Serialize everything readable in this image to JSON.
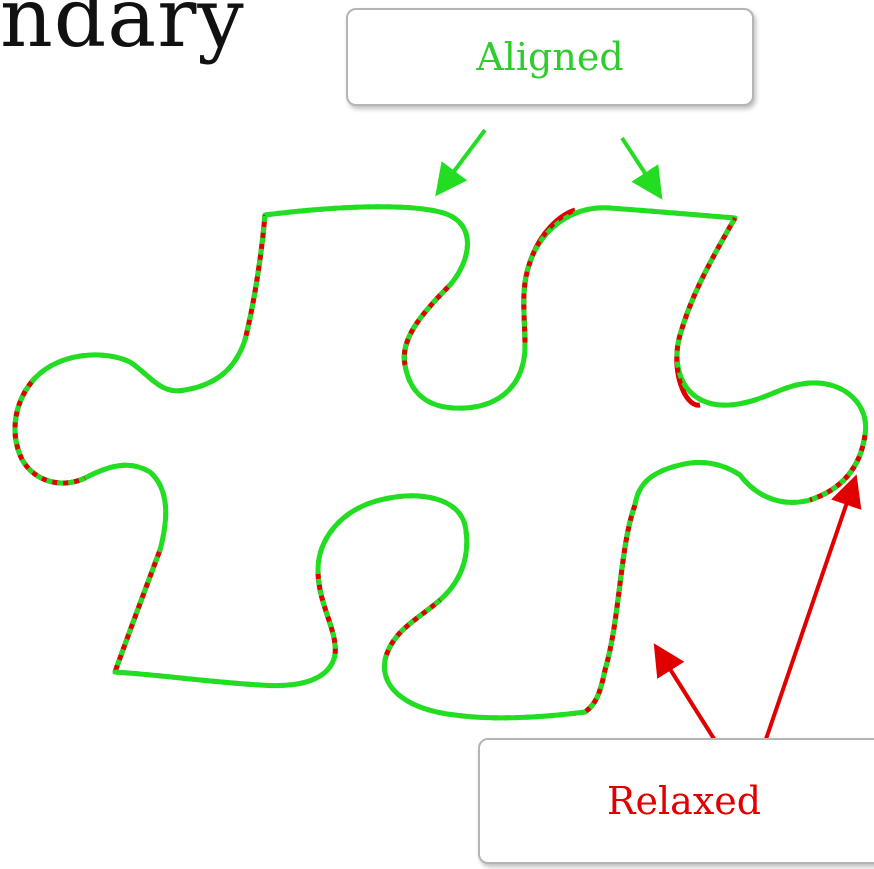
{
  "title_fragment": "ndary",
  "callouts": {
    "aligned": {
      "label": "Aligned",
      "color": "#2ecc2e"
    },
    "relaxed": {
      "label": "Relaxed",
      "color": "#e00000"
    }
  },
  "colors": {
    "green": "#22dd22",
    "red": "#e00000",
    "dash": "#000000",
    "box_border": "#b5b5b5"
  },
  "icons": [
    "puzzle-piece-boundary",
    "arrow"
  ]
}
